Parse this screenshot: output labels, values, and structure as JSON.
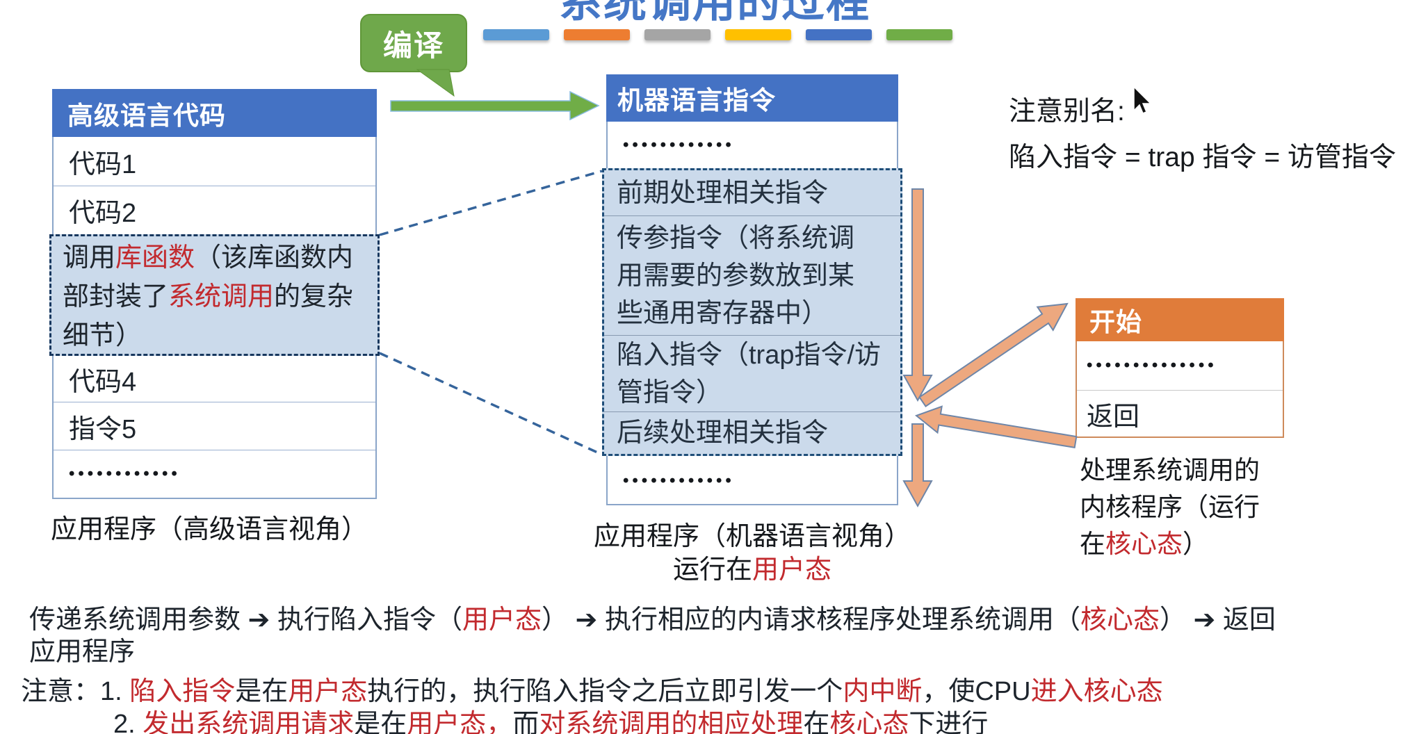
{
  "title": "系统调用的过程",
  "compile_bubble": "编译",
  "top_dashes": [
    "#5B9BD5",
    "#ED7D31",
    "#A5A5A5",
    "#FFC000",
    "#4472C4",
    "#70AD47"
  ],
  "note_alias": {
    "line1": "注意别名:",
    "line2": "陷入指令 = trap 指令 = 访管指令"
  },
  "colors": {
    "header_blue": "#4472C4",
    "header_orange": "#E07C3A",
    "highlight_fill": "#CBDAEB",
    "dashed_border": "#1F4E79",
    "green": "#70AD47",
    "arrow_fill": "#EDA87F",
    "red_text": "#C22A2E"
  },
  "left_table": {
    "header": "高级语言代码",
    "row1": "代码1",
    "row2": "代码2",
    "highlight_runs": [
      {
        "t": "调用"
      },
      {
        "t": "库函数",
        "red": true
      },
      {
        "t": "（该库函数内部封装了"
      },
      {
        "t": "系统调用",
        "red": true
      },
      {
        "t": "的复杂细节）"
      }
    ],
    "row4": "代码4",
    "row5": "指令5",
    "dots": "••••••••••••",
    "caption": "应用程序（高级语言视角）"
  },
  "machine_table": {
    "header": "机器语言指令",
    "dots_top": "••••••••••••",
    "group_row1": "前期处理相关指令",
    "group_row2": "传参指令（将系统调用需要的参数放到某些通用寄存器中）",
    "group_row3": "陷入指令（trap指令/访管指令）",
    "group_row4": "后续处理相关指令",
    "dots_bottom": "••••••••••••",
    "caption_line1": "应用程序（机器语言视角）",
    "caption_line2_runs": [
      {
        "t": "运行在"
      },
      {
        "t": "用户态",
        "red": true
      }
    ]
  },
  "kernel_table": {
    "header": "开始",
    "dots": "••••••••••••••",
    "row_return": "返回",
    "caption_runs": [
      {
        "t": "处理系统调用的内核程序（运行在"
      },
      {
        "t": "核心态",
        "red": true
      },
      {
        "t": "）"
      }
    ]
  },
  "bottom": {
    "line1_runs": [
      {
        "t": "传递系统调用参数 ➔ 执行陷入指令（"
      },
      {
        "t": "用户态",
        "red": true
      },
      {
        "t": "） ➔ 执行相应的内请求核程序处理系统调用（"
      },
      {
        "t": "核心态",
        "red": true
      },
      {
        "t": "） ➔ 返回"
      }
    ],
    "line2": "应用程序",
    "line3_runs": [
      {
        "t": "注意：1. "
      },
      {
        "t": "陷入指令",
        "red": true
      },
      {
        "t": "是在"
      },
      {
        "t": "用户态",
        "red": true
      },
      {
        "t": "执行的，执行陷入指令之后立即引发一个"
      },
      {
        "t": "内中断",
        "red": true
      },
      {
        "t": "，使CPU"
      },
      {
        "t": "进入核心态",
        "red": true
      }
    ],
    "line4_runs": [
      {
        "t": "2. "
      },
      {
        "t": "发出系统调用请求",
        "red": true
      },
      {
        "t": "是在"
      },
      {
        "t": "用户态，",
        "red": true
      },
      {
        "t": "而"
      },
      {
        "t": "对系统调用的相应处理",
        "red": true
      },
      {
        "t": "在"
      },
      {
        "t": "核心态",
        "red": true
      },
      {
        "t": "下进行"
      }
    ]
  }
}
